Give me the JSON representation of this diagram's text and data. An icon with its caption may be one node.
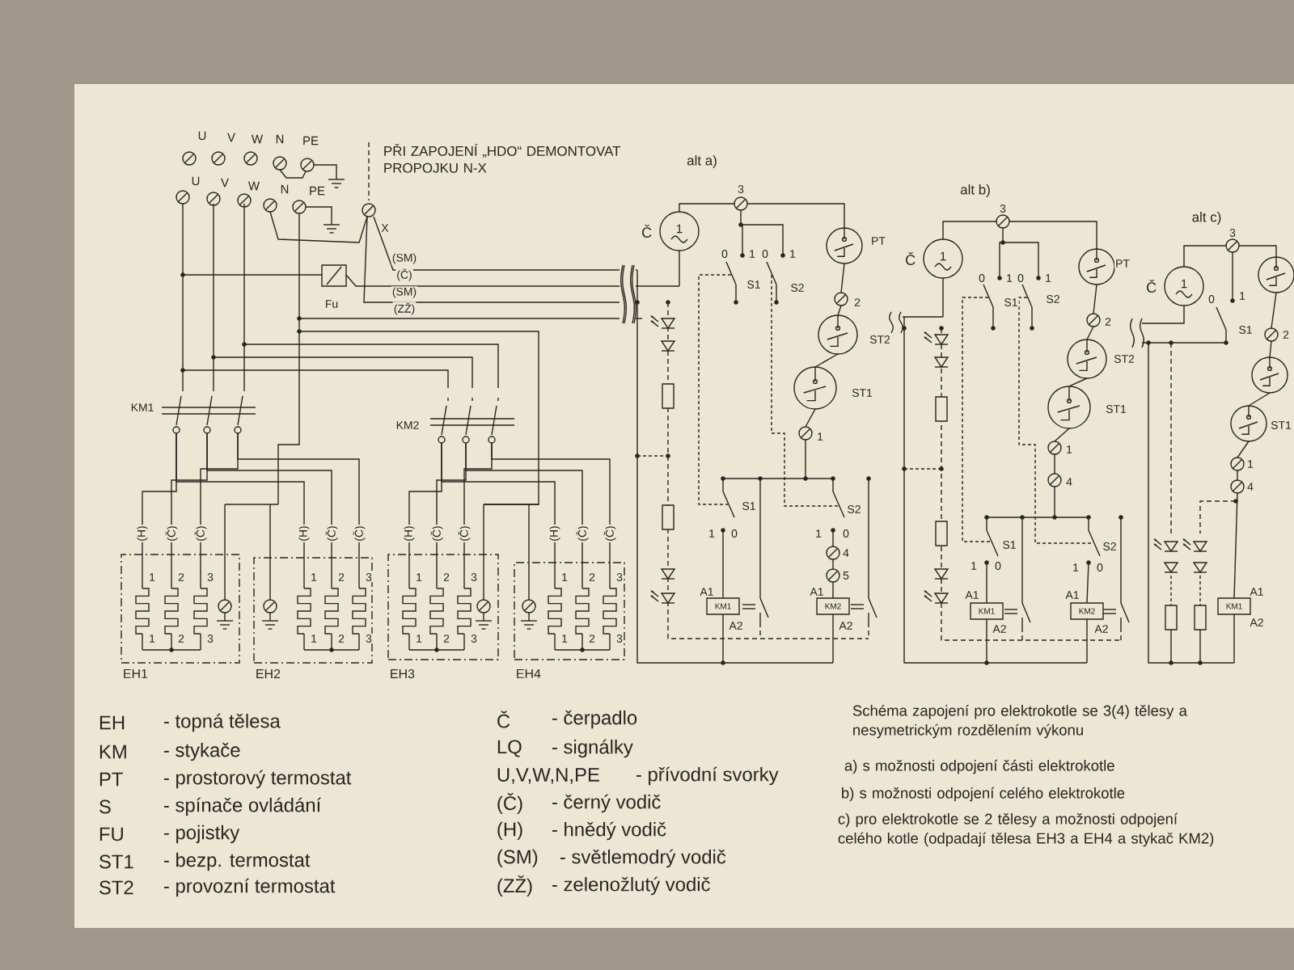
{
  "diagram": {
    "nodes": [
      {
        "text": [
          "1",
          "2",
          "3",
          "1",
          "2",
          "3",
          "EH1"
        ],
        "beside": [
          "(H)",
          "(Č)",
          "(Č)"
        ]
      },
      {
        "text": [
          "1",
          "2",
          "3",
          "1",
          "2",
          "3",
          "EH2"
        ],
        "beside": [
          "(H)",
          "(Č)",
          "(Č)"
        ]
      },
      {
        "text": [
          "1",
          "2",
          "3",
          "1",
          "2",
          "3",
          "EH3"
        ],
        "beside": [
          "(H)",
          "(Č)",
          "(Č)"
        ]
      },
      {
        "text": [
          "1",
          "2",
          "3",
          "1",
          "2",
          "3",
          "EH4"
        ],
        "beside": [
          "(H)",
          "(Č)",
          "(Č)"
        ]
      },
      {
        "text": [
          "1"
        ],
        "beside": [
          "Č"
        ]
      },
      {
        "text": [
          "KM1"
        ]
      },
      {
        "text": [
          "KM2"
        ]
      },
      {
        "text": [
          "1"
        ],
        "beside": [
          "Č"
        ]
      },
      {
        "text": [
          "KM1"
        ]
      },
      {
        "text": [
          "KM2"
        ]
      },
      {
        "text": [
          "1"
        ],
        "beside": [
          "Č"
        ]
      },
      {
        "text": [
          "KM1"
        ]
      }
    ],
    "labels": [
      "U",
      "V",
      "W",
      "N",
      "PE",
      "U",
      "V",
      "W",
      "N",
      "PE",
      "PŘI ZAPOJENÍ „HDO“ DEMONTOVAT PROPOJKU N-X",
      "X",
      "Fu",
      "(SM)",
      "(Č)",
      "(SM)",
      "(ZŽ)",
      "KM1",
      "KM2",
      "alt a)",
      "3",
      "0",
      "1",
      "0",
      "1",
      "S1",
      "S2",
      "PT",
      "2",
      "ST2",
      "ST1",
      "1",
      "S1",
      "S2",
      "1",
      "0",
      "1",
      "0",
      "4",
      "5",
      "A1",
      "A2",
      "A1",
      "A2",
      "alt b)",
      "3",
      "0",
      "1",
      "0",
      "1",
      "S1",
      "S2",
      "PT",
      "2",
      "ST2",
      "ST1",
      "1",
      "4",
      "S1",
      "S2",
      "1",
      "0",
      "1",
      "0",
      "A1",
      "A2",
      "A1",
      "A2",
      "alt c)",
      "3",
      "0",
      "1",
      "S1",
      "2",
      "ST1",
      "1",
      "4",
      "A1",
      "A2",
      "EH",
      "- topná tělesa",
      "KM",
      "- stykače",
      "PT",
      "- prostorový termostat",
      "S",
      "- spínače ovládání",
      "FU",
      "- pojistky",
      "ST1",
      "- bezp. termostat",
      "ST2",
      "- provozní termostat",
      "Č",
      "- čerpadlo",
      "LQ",
      "- signálky",
      "U,V,W,N,PE",
      "- přívodní svorky",
      "(Č)",
      "- černý vodič",
      "(H)",
      "- hnědý vodič",
      "(SM)",
      "- světlemodrý vodič",
      "(ZŽ)",
      "- zelenožlutý vodič",
      "Schéma zapojení pro elektrokotle se 3(4) tělesy a nesymetrickým rozdělením výkonu",
      "a) s možnosti odpojení části elektrokotle",
      "b) s možnosti odpojení celého elektrokotle",
      "c) pro elektrokotle se 2 tělesy a možnosti odpojení celého kotle (odpadají tělesa EH3 a EH4 a stykač KM2)"
    ]
  }
}
